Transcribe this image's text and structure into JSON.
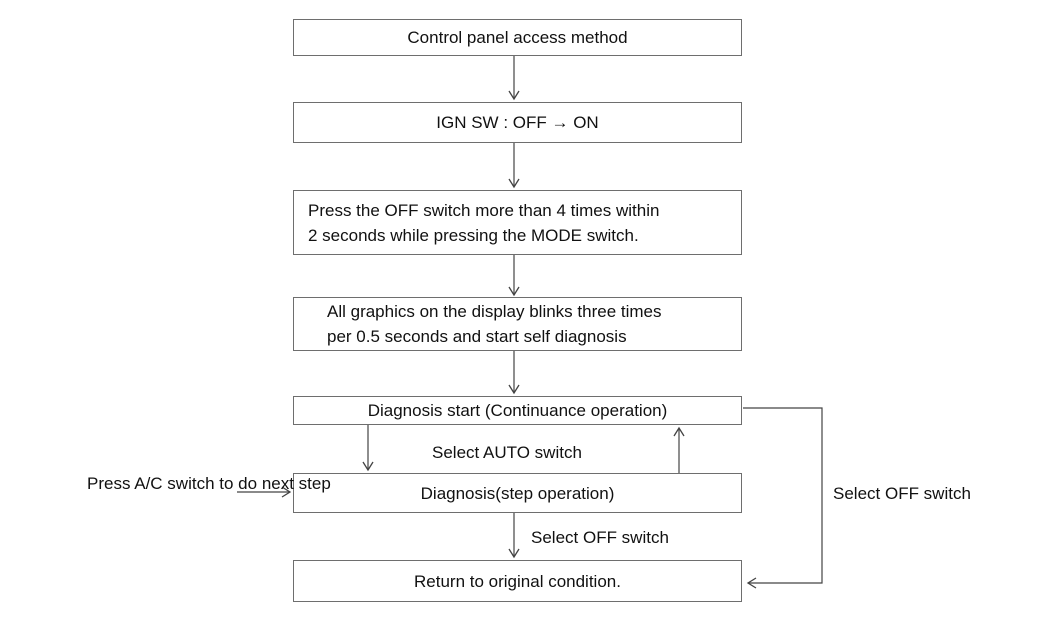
{
  "diagram": {
    "nodes": {
      "control_access": {
        "label": "Control panel access method"
      },
      "ign_sw": {
        "label": "IGN SW : OFF → ON"
      },
      "press_off": {
        "line1": "Press the OFF switch more than 4 times within",
        "line2": "2 seconds while pressing the MODE switch."
      },
      "graphics_blink": {
        "line1": "All graphics on the display blinks three times",
        "line2": "per 0.5 seconds and start self diagnosis"
      },
      "diagnosis_start": {
        "label": "Diagnosis start (Continuance operation)"
      },
      "diagnosis_step": {
        "label": "Diagnosis(step operation)"
      },
      "return_original": {
        "label": "Return to original condition."
      }
    },
    "edge_labels": {
      "select_auto": "Select AUTO switch",
      "select_off_step": "Select OFF switch",
      "select_off_bypass": "Select OFF switch"
    },
    "annotations": {
      "press_ac": {
        "line1": "Press A/C switch",
        "line2": "to do next step"
      }
    },
    "colors": {
      "line": "#444444",
      "box_border": "#6e6e6e",
      "text": "#111111",
      "background": "#ffffff"
    }
  }
}
